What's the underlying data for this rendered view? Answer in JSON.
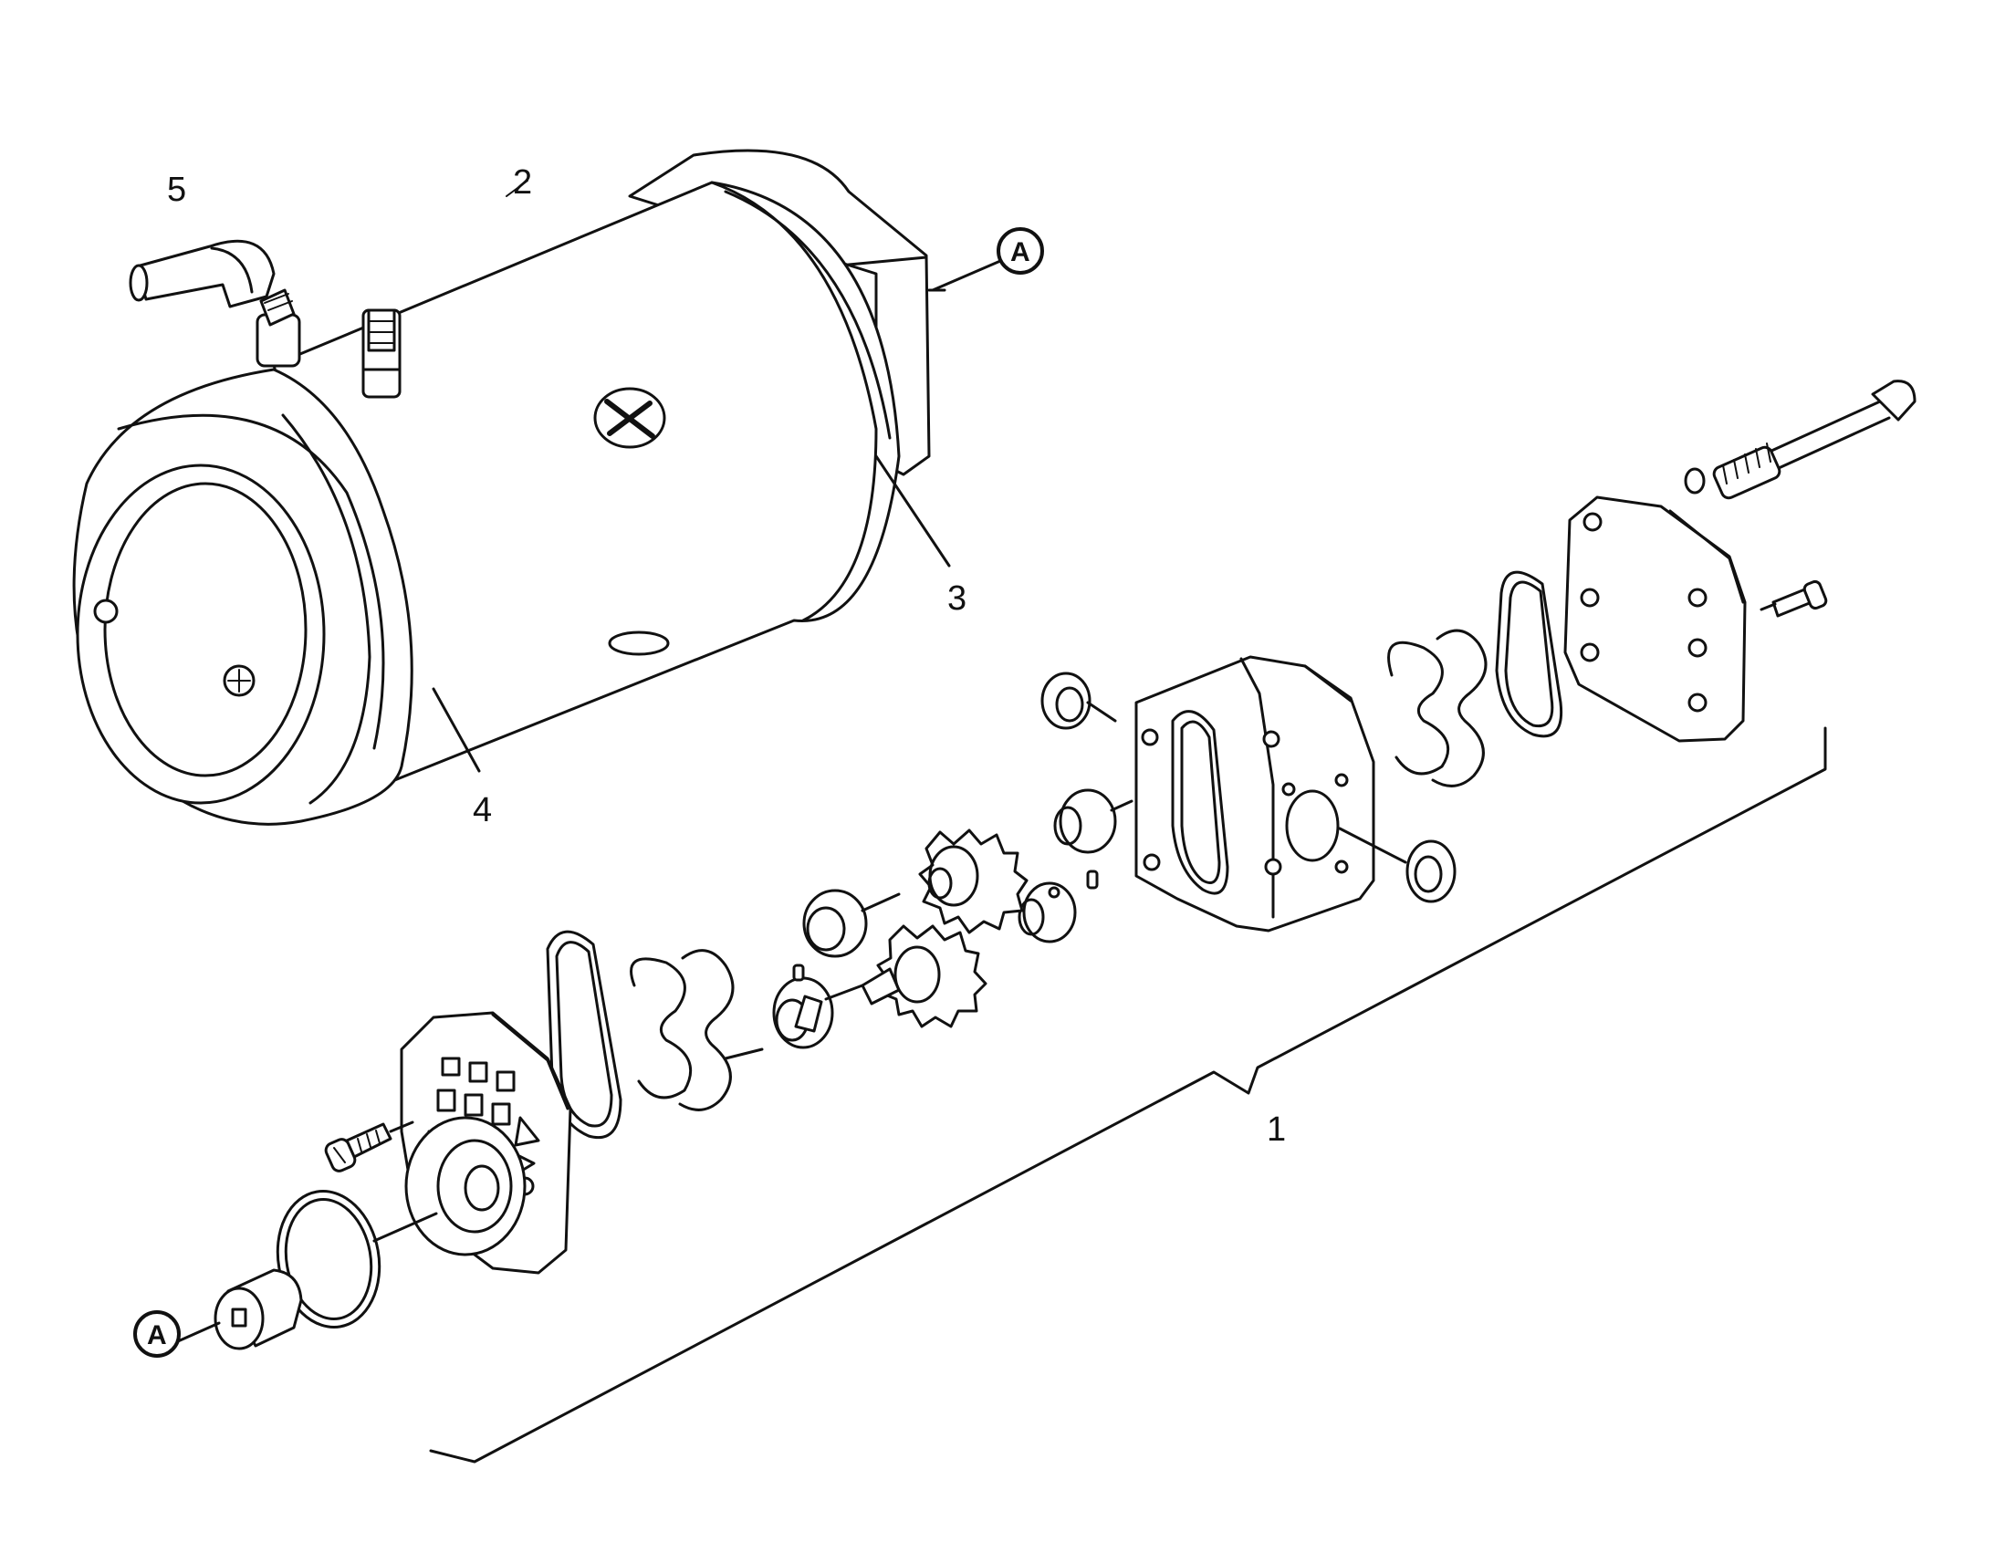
{
  "diagram": {
    "callouts": [
      {
        "id": "callout-1",
        "label": "1"
      },
      {
        "id": "callout-2",
        "label": "2"
      },
      {
        "id": "callout-3",
        "label": "3"
      },
      {
        "id": "callout-4",
        "label": "4"
      },
      {
        "id": "callout-5",
        "label": "5"
      }
    ],
    "reference_markers": [
      {
        "id": "ref-a-top",
        "label": "A"
      },
      {
        "id": "ref-a-bottom",
        "label": "A"
      }
    ],
    "line_color": "#111111",
    "background_color": "#ffffff"
  }
}
